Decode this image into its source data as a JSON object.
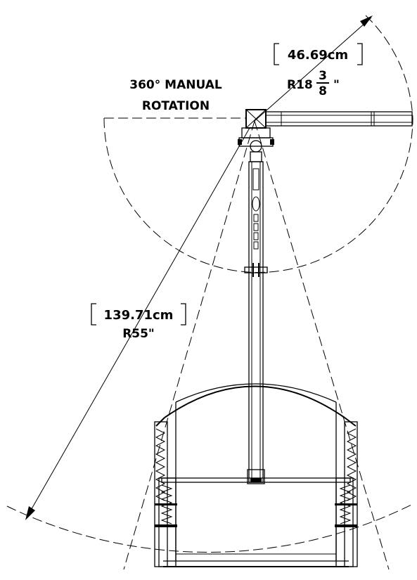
{
  "labels": {
    "rotation_line1": "360° MANUAL",
    "rotation_line2": "ROTATION",
    "small_radius_metric": "46.69cm",
    "small_radius_prefix": "R18",
    "small_radius_frac_num": "3",
    "small_radius_frac_den": "8",
    "small_radius_inch_mark": "\"",
    "large_radius_metric": "139.71cm",
    "large_radius_imperial": "R55\""
  }
}
